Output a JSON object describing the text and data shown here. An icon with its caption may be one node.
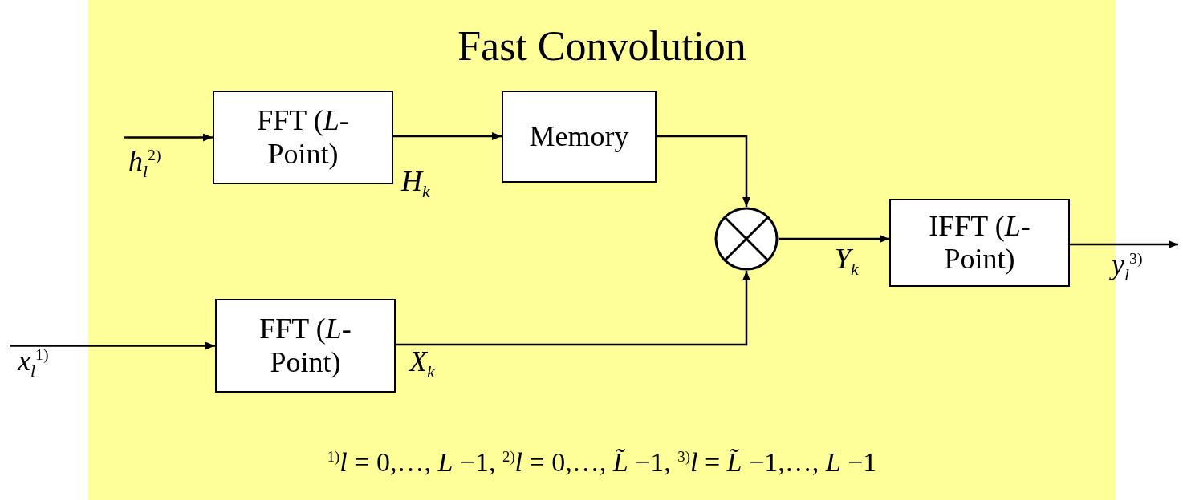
{
  "diagram": {
    "title": "Fast Convolution",
    "nodes": [
      {
        "text": [
          "FFT (*L*-Point)"
        ]
      },
      {
        "text": [
          "Memory"
        ]
      },
      {
        "text": [],
        "shape": "circle"
      },
      {
        "text": [
          "IFFT (*L*-Point)"
        ]
      },
      {
        "text": [
          "FFT (*L*-Point)"
        ]
      }
    ],
    "edges": [
      {
        "from": null,
        "to": 0,
        "arrow": "to",
        "label": "*h*$_{l}$$^{2)}$"
      },
      {
        "from": 0,
        "to": 1,
        "arrow": "to",
        "label": "*H*$_{k}$"
      },
      {
        "from": 1,
        "to": 2,
        "arrow": "to"
      },
      {
        "from": null,
        "to": 4,
        "arrow": "to",
        "label": "*x*$_{l}$$^{1)}$"
      },
      {
        "from": 4,
        "to": 2,
        "arrow": "to",
        "label": "*X*$_{k}$"
      },
      {
        "from": 2,
        "to": 3,
        "arrow": "to",
        "label": "*Y*$_{k}$"
      },
      {
        "from": 3,
        "to": null,
        "arrow": "to",
        "label": "*y*$_{l}$$^{3)}$"
      }
    ],
    "labels": [
      "$^{1)}$*l* = 0,…, *L* −1,  $^{2)}$*l* = 0,…, *L̃* −1,  $^{3)}$*l* = *L̃* −1,…, *L* −1"
    ]
  }
}
